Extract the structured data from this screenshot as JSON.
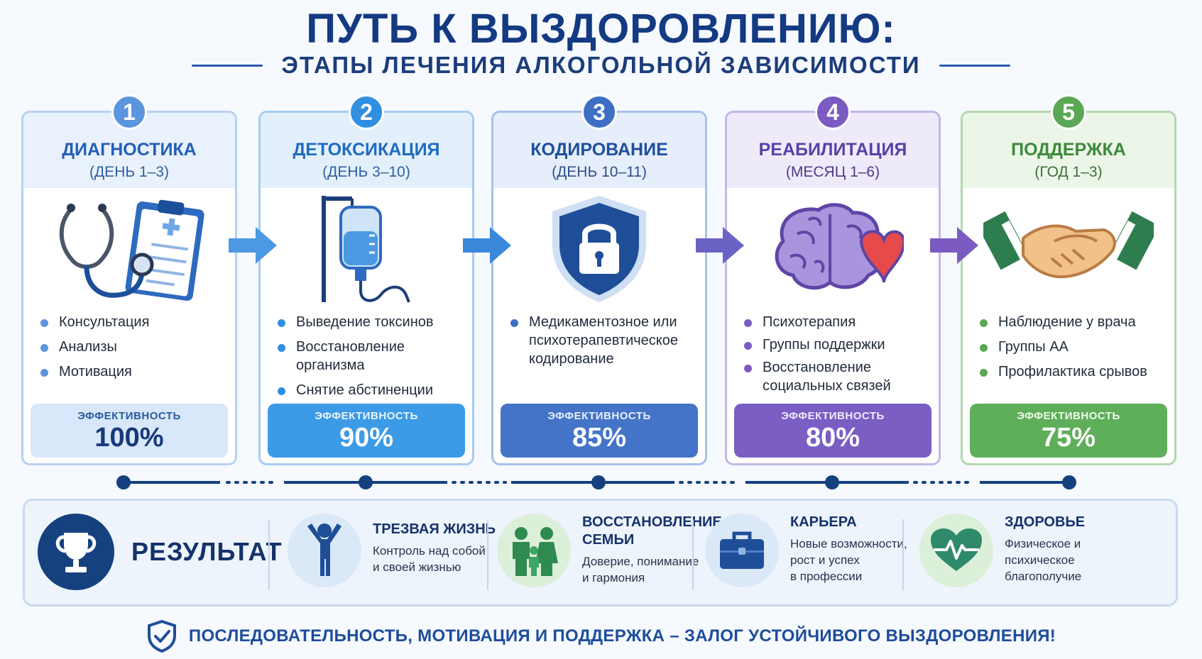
{
  "title": "ПУТЬ К ВЫЗДОРОВЛЕНИЮ:",
  "subtitle": "ЭТАПЫ ЛЕЧЕНИЯ АЛКОГОЛЬНОЙ ЗАВИСИМОСТИ",
  "stages": [
    {
      "number": "1",
      "name": "ДИАГНОСТИКА",
      "period": "(ДЕНЬ 1–3)",
      "items": [
        "Консультация",
        "Анализы",
        "Мотивация"
      ],
      "eff_label": "ЭФФЕКТИВНОСТЬ",
      "eff_value": "100%",
      "illustration": "stethoscope-clipboard-icon",
      "color": "#5b95de"
    },
    {
      "number": "2",
      "name": "ДЕТОКСИКАЦИЯ",
      "period": "(ДЕНЬ 3–10)",
      "items": [
        "Выведение токсинов",
        "Восстановление организма",
        "Снятие абстиненции"
      ],
      "eff_label": "ЭФФЕКТИВНОСТЬ",
      "eff_value": "90%",
      "illustration": "iv-drip-icon",
      "color": "#2f8fe0"
    },
    {
      "number": "3",
      "name": "КОДИРОВАНИЕ",
      "period": "(ДЕНЬ 10–11)",
      "items": [
        "Медикаментозное или психотерапевтическое кодирование"
      ],
      "eff_label": "ЭФФЕКТИВНОСТЬ",
      "eff_value": "85%",
      "illustration": "shield-lock-icon",
      "color": "#3e6fc4"
    },
    {
      "number": "4",
      "name": "РЕАБИЛИТАЦИЯ",
      "period": "(МЕСЯЦ 1–6)",
      "items": [
        "Психотерапия",
        "Группы поддержки",
        "Восстановление социальных связей"
      ],
      "eff_label": "ЭФФЕКТИВНОСТЬ",
      "eff_value": "80%",
      "illustration": "brain-heart-icon",
      "color": "#7b5bc2"
    },
    {
      "number": "5",
      "name": "ПОДДЕРЖКА",
      "period": "(ГОД 1–3)",
      "items": [
        "Наблюдение у врача",
        "Группы АА",
        "Профилактика срывов"
      ],
      "eff_label": "ЭФФЕКТИВНОСТЬ",
      "eff_value": "75%",
      "illustration": "handshake-icon",
      "color": "#5aa855"
    }
  ],
  "result": {
    "title": "РЕЗУЛЬТАТ",
    "items": [
      {
        "heading": "ТРЕЗВАЯ ЖИЗНЬ",
        "desc": "Контроль над собой\nи своей жизнью",
        "icon": "person-icon"
      },
      {
        "heading": "ВОССТАНОВЛЕНИЕ\nСЕМЬИ",
        "desc": "Доверие, понимание\nи гармония",
        "icon": "family-icon"
      },
      {
        "heading": "КАРЬЕРА",
        "desc": "Новые возможности,\nрост и успех\nв профессии",
        "icon": "briefcase-icon"
      },
      {
        "heading": "ЗДОРОВЬЕ",
        "desc": "Физическое и\nпсихическое\nблагополучие",
        "icon": "heart-pulse-icon"
      }
    ]
  },
  "footer": "ПОСЛЕДОВАТЕЛЬНОСТЬ, МОТИВАЦИЯ И ПОДДЕРЖКА – ЗАЛОГ УСТОЙЧИВОГО ВЫЗДОРОВЛЕНИЯ!"
}
